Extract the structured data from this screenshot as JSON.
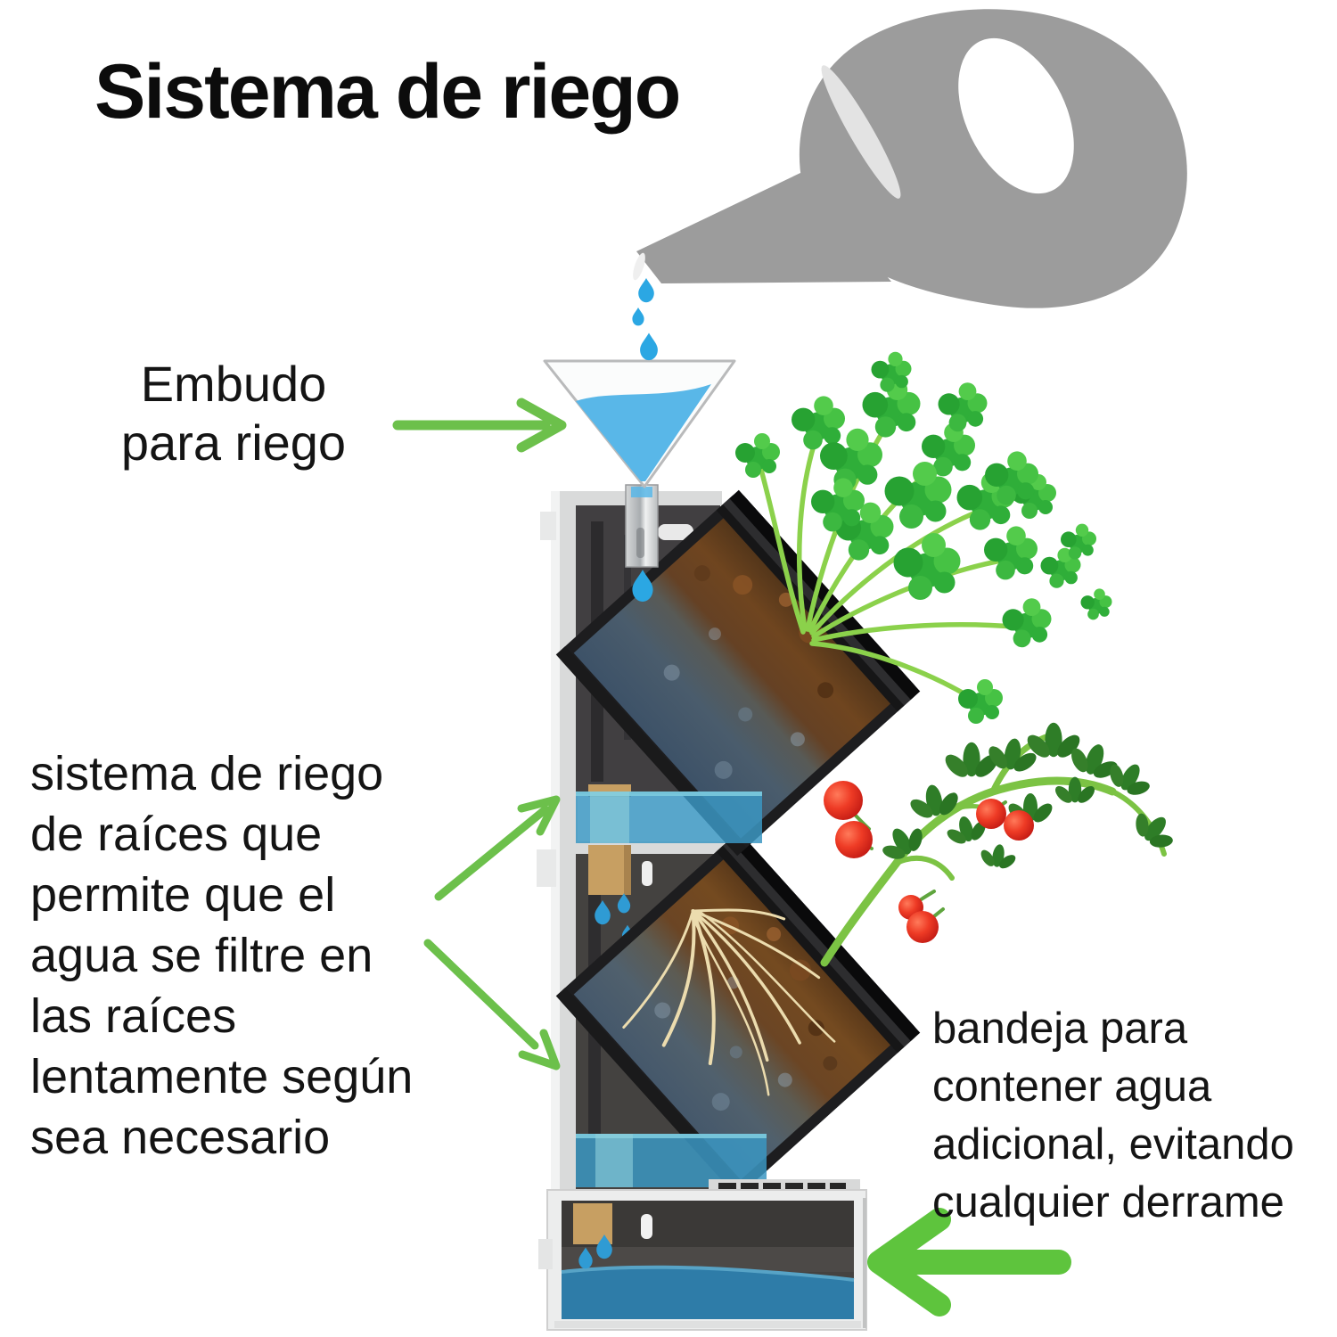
{
  "title": "Sistema de riego",
  "annotations": {
    "funnel_label": {
      "lines": [
        "Embudo",
        "para riego"
      ]
    },
    "root_system_label": {
      "lines": [
        "sistema de riego",
        "de raíces que",
        "permite que el",
        "agua se filtre en",
        "las raíces",
        "lentamente según",
        "sea necesario"
      ]
    },
    "tray_label": {
      "lines": [
        "bandeja para",
        "contener agua",
        "adicional, evitando",
        "cualquier derrame"
      ]
    }
  },
  "icons": {
    "watering_can": "watering-can-icon",
    "water_drop": "water-drop-icon",
    "funnel": "funnel-icon",
    "label_arrow": "green-arrow-icon",
    "tower": "planter-tower-icon",
    "pot": "plant-pot-icon",
    "herb_plant": "herb-plant-icon",
    "tomato_plant": "tomato-plant-icon",
    "sponge_wick": "wick-sponge-icon",
    "tray": "drip-tray-icon"
  },
  "colors": {
    "background": "#ffffff",
    "text": "#141414",
    "arrow_green": "#6cc04b",
    "arrow_green_bold": "#5ec43d",
    "can_gray": "#9c9c9c",
    "funnel_water": "#59b7e8",
    "module_water": "#3b96c2",
    "tray_water": "#2e7ca8",
    "drop_blue": "#2ba7e3",
    "sponge_tan": "#c79f62",
    "planter_dark": "#413f41",
    "frame_light": "#d9dada",
    "pot_black": "#1d1d1f",
    "soil_brown": "#6f451f",
    "wet_soil": "#4a5c6c",
    "leaf_green": "#2fae39",
    "stem_green": "#8bd14b",
    "tomato_red": "#e03020",
    "tomato_leaf": "#2e7d27",
    "root_cream": "#ecdcae"
  }
}
